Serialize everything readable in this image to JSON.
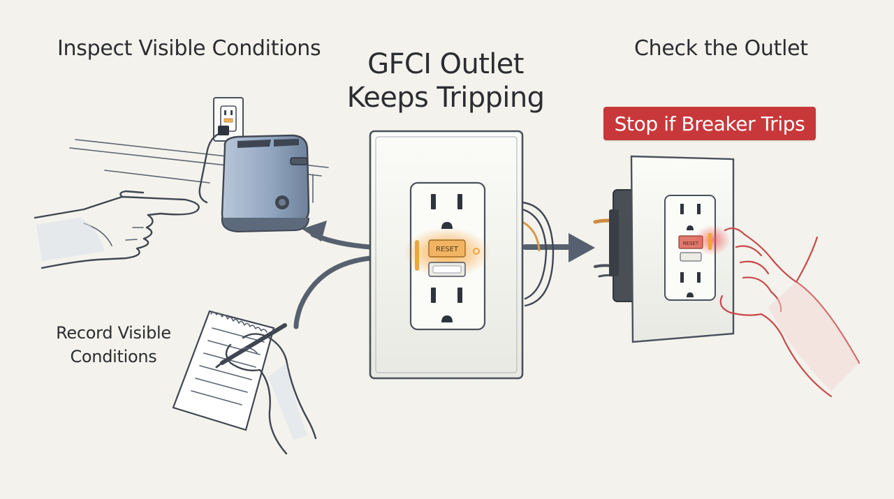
{
  "title": {
    "line1": "GFCI Outlet",
    "line2": "Keeps Tripping"
  },
  "steps": {
    "inspect": {
      "label": "Inspect Visible Conditions"
    },
    "record": {
      "label": "Record Visible Conditions"
    },
    "check": {
      "label": "Check the Outlet"
    }
  },
  "warning": {
    "text": "Stop if Breaker Trips"
  },
  "outlet": {
    "reset_label": "RESET",
    "reset_label_small": "RESET"
  },
  "colors": {
    "background": "#f3f2ec",
    "warning_red": "#c8383a",
    "reset_glow": "#f2a33a",
    "appliance_blue": "#8fa3bd",
    "arrow": "#56606e"
  },
  "icons": [
    "toaster-icon",
    "pointing-hand-icon",
    "notepad-icon",
    "writing-hand-icon",
    "gfci-outlet-icon",
    "touching-hand-icon"
  ]
}
